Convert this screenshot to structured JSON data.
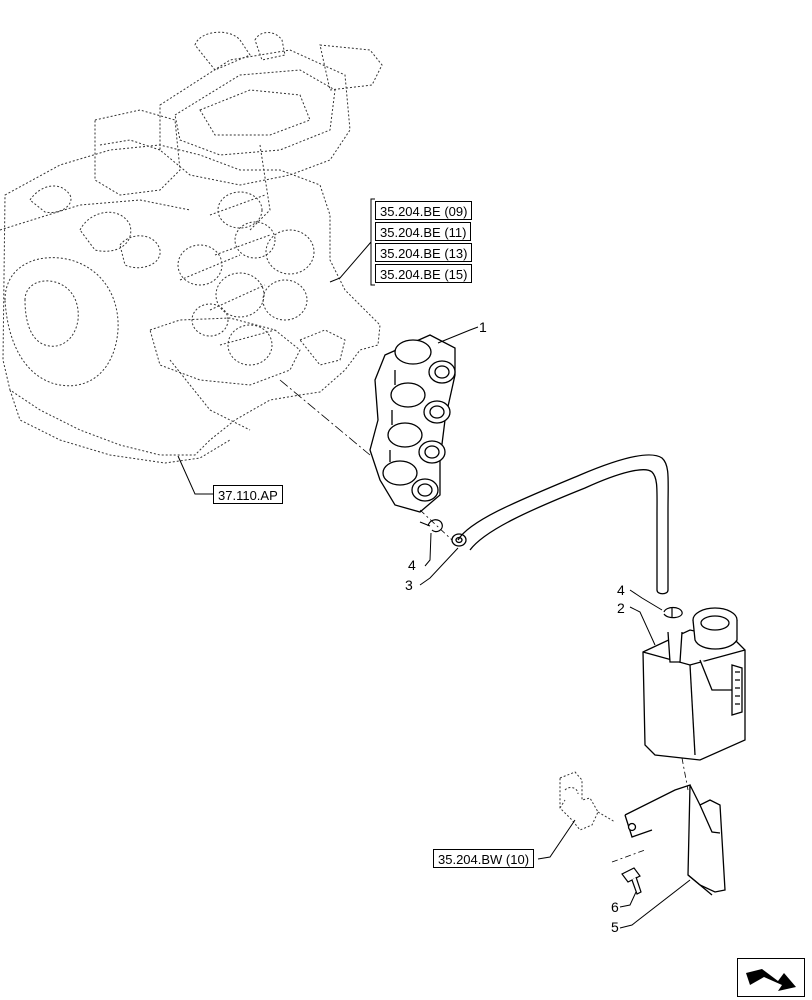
{
  "references": {
    "ref_be_09": "35.204.BE (09)",
    "ref_be_11": "35.204.BE (11)",
    "ref_be_13": "35.204.BE (13)",
    "ref_be_15": "35.204.BE (15)",
    "ref_ap": "37.110.AP",
    "ref_bw": "35.204.BW (10)"
  },
  "callouts": {
    "c1": "1",
    "c2": "2",
    "c3": "3",
    "c4a": "4",
    "c4b": "4",
    "c5": "5",
    "c6": "6"
  },
  "nav": {
    "icon": "next-page-arrow-icon"
  },
  "colors": {
    "line": "#000000",
    "dotted": "#333333",
    "background": "#ffffff"
  }
}
